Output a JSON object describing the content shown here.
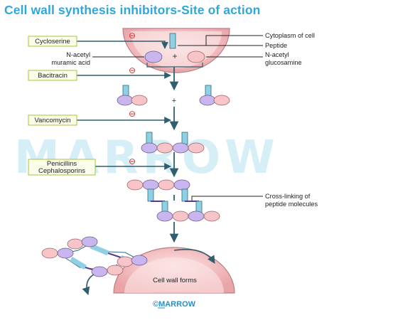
{
  "title": "Cell wall synthesis inhibitors-Site of action",
  "drugs": {
    "cycloserine": "Cycloserine",
    "bacitracin": "Bacitracin",
    "vancomycin": "Vancomycin",
    "penicillins": "Penicillins",
    "cephalosporins": "Cephalosporins"
  },
  "labels": {
    "cytoplasm": "Cytoplasm of cell",
    "peptide": "Peptide",
    "nam_line1": "N-acetyl",
    "nam_line2": "muramic acid",
    "nag_line1": "N-acetyl",
    "nag_line2": "glucosamine",
    "crosslink_line1": "Cross-linking of",
    "crosslink_line2": "peptide molecules",
    "cell_wall_forms": "Cell wall forms"
  },
  "symbols": {
    "inhibit": "⊖",
    "plus": "+"
  },
  "watermark": "MARROW",
  "brand": "©MARROW",
  "colors": {
    "title": "#2ea7dc",
    "nam": "#c9b6ee",
    "nag": "#f7c4c8",
    "peptide": "#8fd0e4",
    "arrow": "#2f5f6e",
    "drug_box_border": "#a3c63a",
    "drug_box_fill": "#fbfde9",
    "inhibit": "#d12c2c",
    "cell": "#f1b9bb"
  }
}
